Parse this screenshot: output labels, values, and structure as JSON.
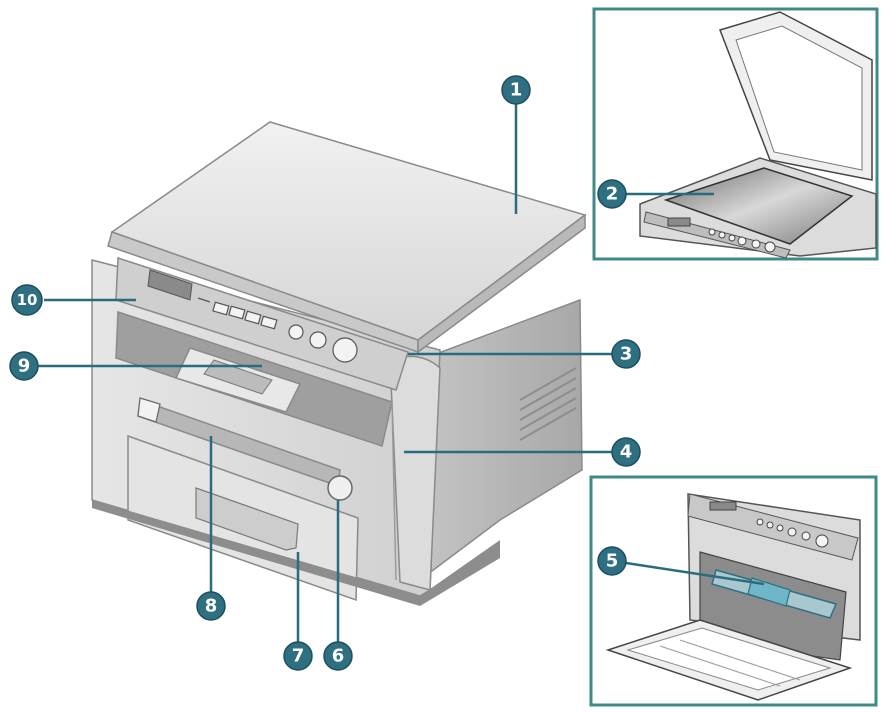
{
  "callouts": [
    {
      "id": "1",
      "label": "1"
    },
    {
      "id": "2",
      "label": "2"
    },
    {
      "id": "3",
      "label": "3"
    },
    {
      "id": "4",
      "label": "4"
    },
    {
      "id": "5",
      "label": "5"
    },
    {
      "id": "6",
      "label": "6"
    },
    {
      "id": "7",
      "label": "7"
    },
    {
      "id": "8",
      "label": "8"
    },
    {
      "id": "9",
      "label": "9"
    },
    {
      "id": "10",
      "label": "10"
    }
  ],
  "colors": {
    "badge": "#2f6f82",
    "leader": "#2a6c7e",
    "inset_border": "#3f8a86",
    "printer_body": "#d9d9d9",
    "printer_dark": "#9a9a9a"
  }
}
